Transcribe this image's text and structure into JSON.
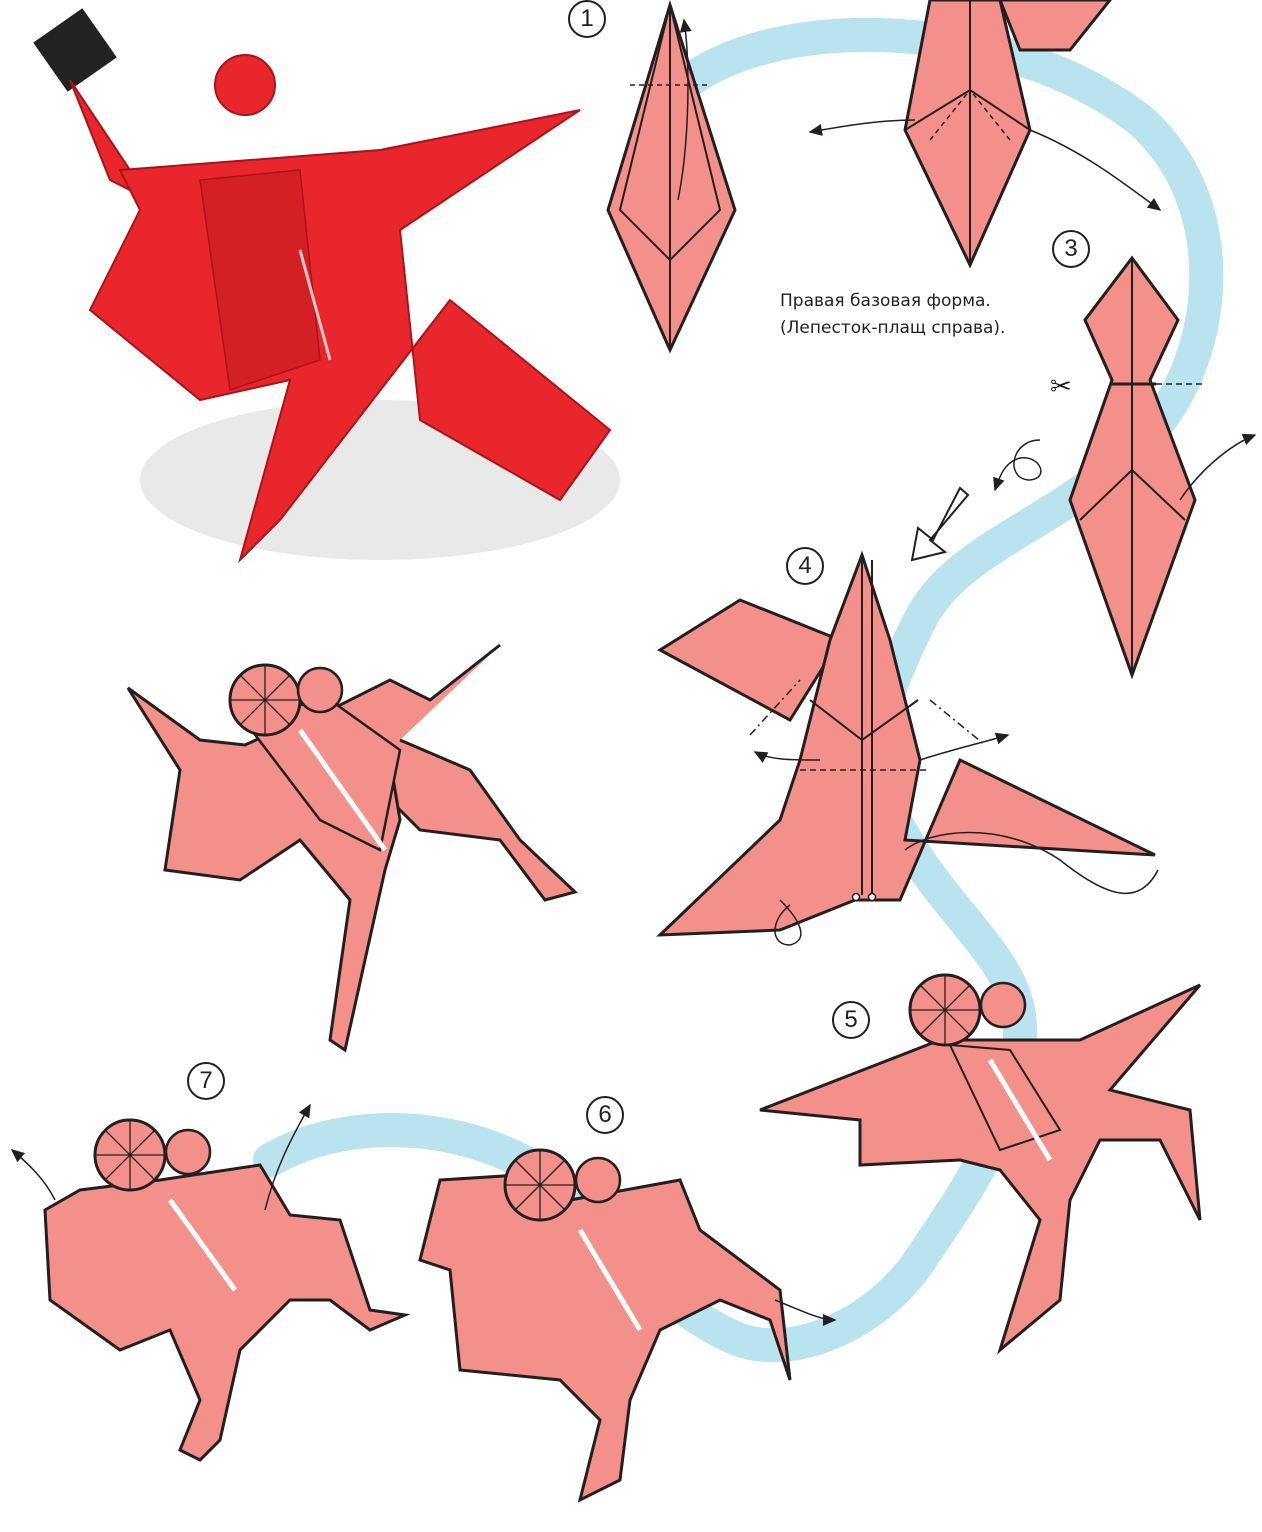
{
  "steps": [
    {
      "label": "1"
    },
    {
      "label": "3"
    },
    {
      "label": "4"
    },
    {
      "label": "5"
    },
    {
      "label": "6"
    },
    {
      "label": "7"
    }
  ],
  "caption": {
    "line1": "Правая базовая форма.",
    "line2": "(Лепесток-плащ справа)."
  },
  "colors": {
    "paper": "#f4908a",
    "outline": "#231f20",
    "ribbon": "#b9e3ee",
    "photo_model": "#e8262b"
  },
  "icons": [
    "scissors-icon",
    "rotate-arrow-icon",
    "turn-over-arrow-icon"
  ]
}
